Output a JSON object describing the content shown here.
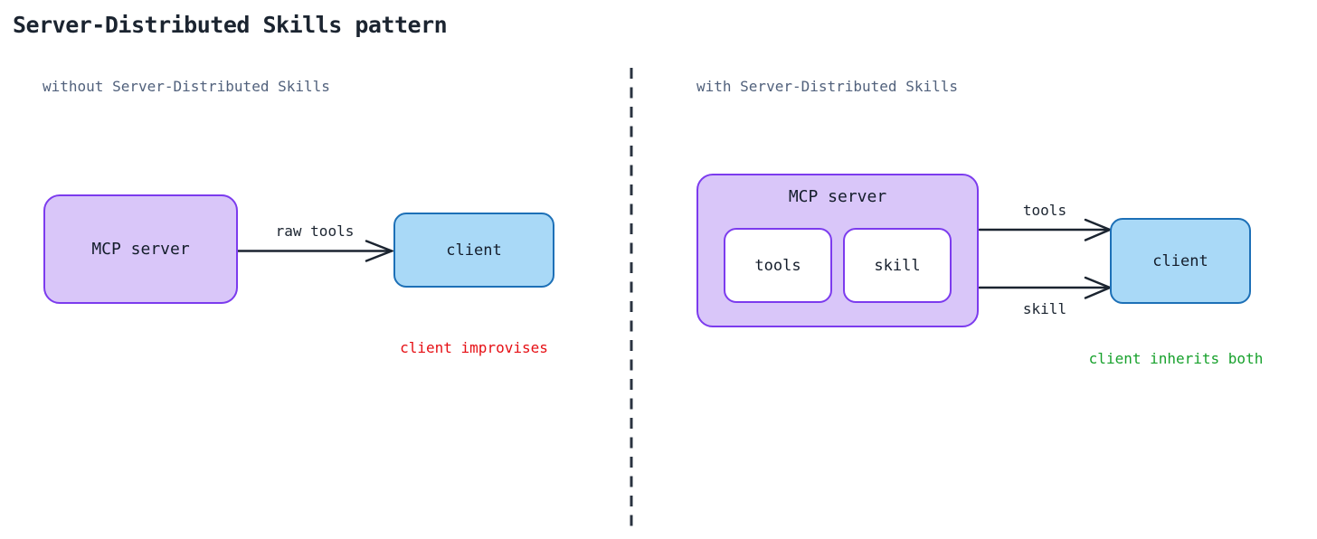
{
  "title": "Server-Distributed Skills pattern",
  "colors": {
    "background": "#ffffff",
    "title_text": "#1b2430",
    "subtitle_text": "#51617c",
    "box_text": "#141d2b",
    "arrow": "#1b2430",
    "server_fill": "#d9c6f9",
    "server_border": "#7c3bee",
    "client_fill": "#a9d9f7",
    "client_border": "#1d70b7",
    "inner_fill": "#ffffff",
    "note_red": "#e60f14",
    "note_green": "#17a12c",
    "divider": "#2a3340"
  },
  "left_panel": {
    "subtitle": "without Server-Distributed Skills",
    "server_box_label": "MCP server",
    "arrow_label": "raw tools",
    "client_box_label": "client",
    "note": "client improvises"
  },
  "right_panel": {
    "subtitle": "with Server-Distributed Skills",
    "server_box_label": "MCP server",
    "inner_boxes": [
      {
        "label": "tools"
      },
      {
        "label": "skill"
      }
    ],
    "arrows": [
      {
        "label": "tools"
      },
      {
        "label": "skill"
      }
    ],
    "client_box_label": "client",
    "note": "client inherits both"
  }
}
